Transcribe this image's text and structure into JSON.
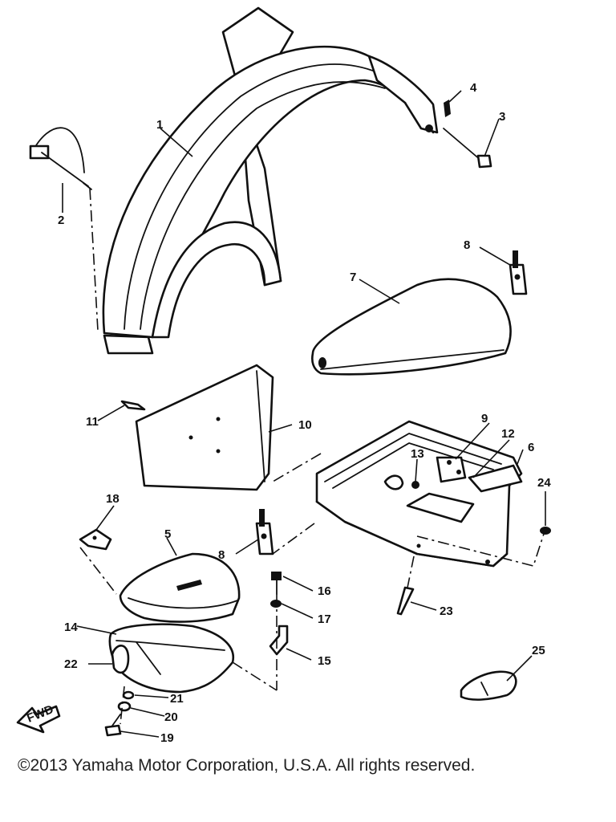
{
  "callouts": [
    {
      "id": "label-1",
      "text": "1"
    },
    {
      "id": "label-2",
      "text": "2"
    },
    {
      "id": "label-3",
      "text": "3"
    },
    {
      "id": "label-4",
      "text": "4"
    },
    {
      "id": "label-5",
      "text": "5"
    },
    {
      "id": "label-6",
      "text": "6"
    },
    {
      "id": "label-7",
      "text": "7"
    },
    {
      "id": "label-8a",
      "text": "8"
    },
    {
      "id": "label-8b",
      "text": "8"
    },
    {
      "id": "label-9",
      "text": "9"
    },
    {
      "id": "label-10",
      "text": "10"
    },
    {
      "id": "label-11",
      "text": "11"
    },
    {
      "id": "label-12",
      "text": "12"
    },
    {
      "id": "label-13",
      "text": "13"
    },
    {
      "id": "label-14",
      "text": "14"
    },
    {
      "id": "label-15",
      "text": "15"
    },
    {
      "id": "label-16",
      "text": "16"
    },
    {
      "id": "label-17",
      "text": "17"
    },
    {
      "id": "label-18",
      "text": "18"
    },
    {
      "id": "label-19",
      "text": "19"
    },
    {
      "id": "label-20",
      "text": "20"
    },
    {
      "id": "label-21",
      "text": "21"
    },
    {
      "id": "label-22",
      "text": "22"
    },
    {
      "id": "label-23",
      "text": "23"
    },
    {
      "id": "label-24",
      "text": "24"
    },
    {
      "id": "label-25",
      "text": "25"
    }
  ],
  "fwd_marker": "FWD",
  "copyright": "©2013 Yamaha Motor Corporation, U.S.A. All rights reserved."
}
